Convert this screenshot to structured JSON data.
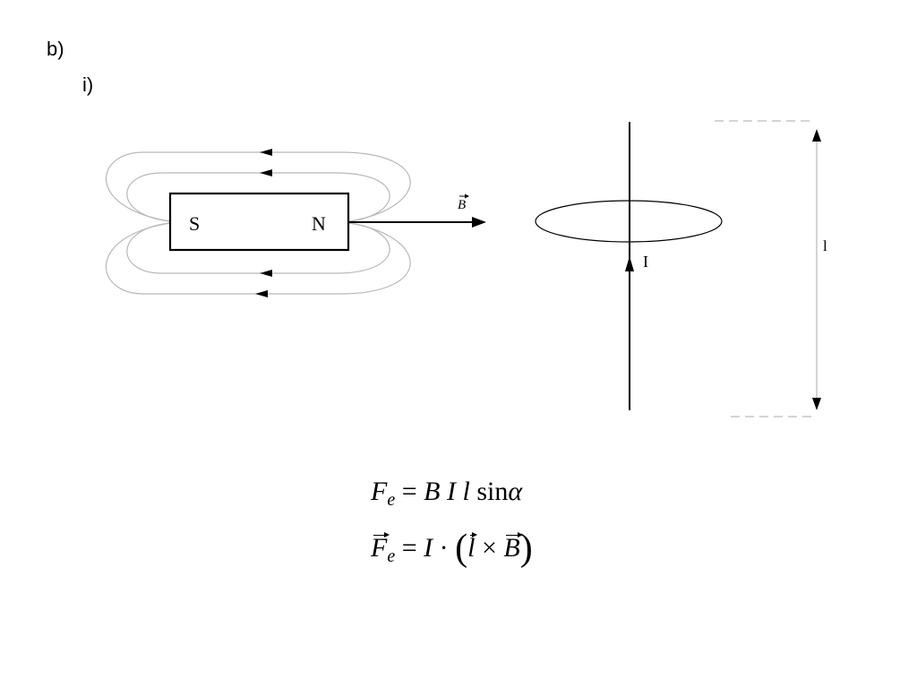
{
  "part_label": "b)",
  "subpart_label": "i)",
  "magnet": {
    "south_label": "S",
    "north_label": "N"
  },
  "field_vector_label": "B",
  "current_label": "I",
  "length_label": "l",
  "formula1": {
    "lhs": "F",
    "lhs_sub": "e",
    "eq": "=",
    "rhs_B": "B",
    "rhs_I": "I",
    "rhs_l": "l",
    "rhs_sin": "sin",
    "rhs_alpha": "α"
  },
  "formula2": {
    "lhs": "F",
    "lhs_sub": "e",
    "eq": "=",
    "rhs_I": "I",
    "dot": "·",
    "paren_open": "(",
    "rhs_l": "l",
    "times": "×",
    "rhs_B": "B",
    "paren_close": ")"
  }
}
